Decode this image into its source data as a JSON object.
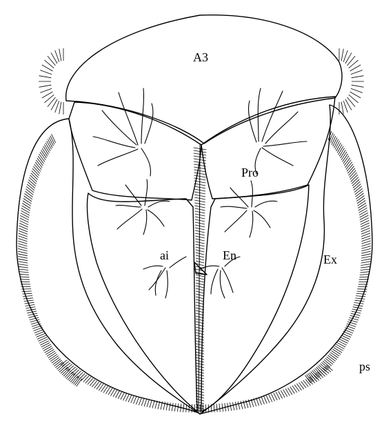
{
  "figure": {
    "stroke_color": "#000000",
    "fill_color": "#ffffff",
    "labels": {
      "a3": "A3",
      "pro": "Pro",
      "ai": "ai",
      "en": "En",
      "ex": "Ex",
      "ps": "ps"
    }
  }
}
